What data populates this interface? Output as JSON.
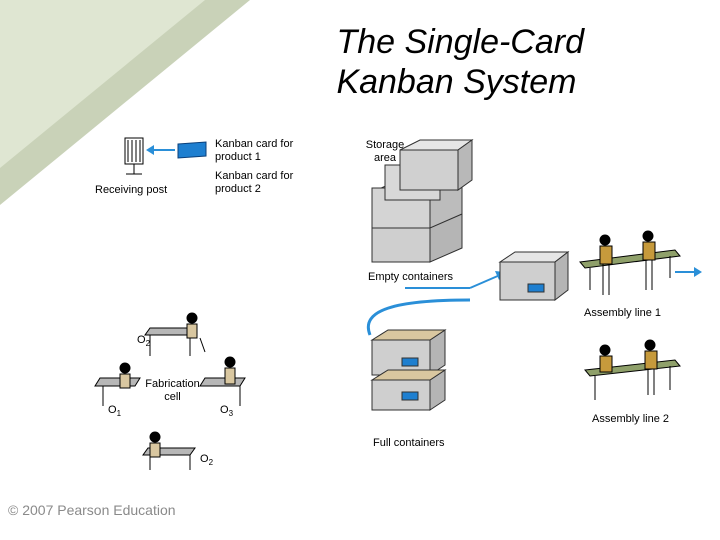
{
  "title_line1": "The Single-Card",
  "title_line2": "Kanban System",
  "labels": {
    "receiving_post": "Receiving post",
    "kanban_card_1": "Kanban card for product 1",
    "kanban_card_2": "Kanban card for product 2",
    "storage_area": "Storage area",
    "empty_containers": "Empty containers",
    "full_containers": "Full containers",
    "assembly_line_1": "Assembly line 1",
    "assembly_line_2": "Assembly line 2",
    "fabrication_cell": "Fabrication cell"
  },
  "operations": {
    "o1_letter": "O",
    "o1_sub": "1",
    "o2_letter": "O",
    "o2_sub": "2",
    "o3_letter": "O",
    "o3_sub": "3",
    "o2b_letter": "O",
    "o2b_sub": "2"
  },
  "copyright": "© 2007 Pearson Education",
  "colors": {
    "corner_green": "#c9d2b8",
    "card_blue": "#1e7fd0",
    "arrow_blue": "#2a8fd8",
    "container_face": "#d0d0d0",
    "container_edge": "#303030"
  }
}
